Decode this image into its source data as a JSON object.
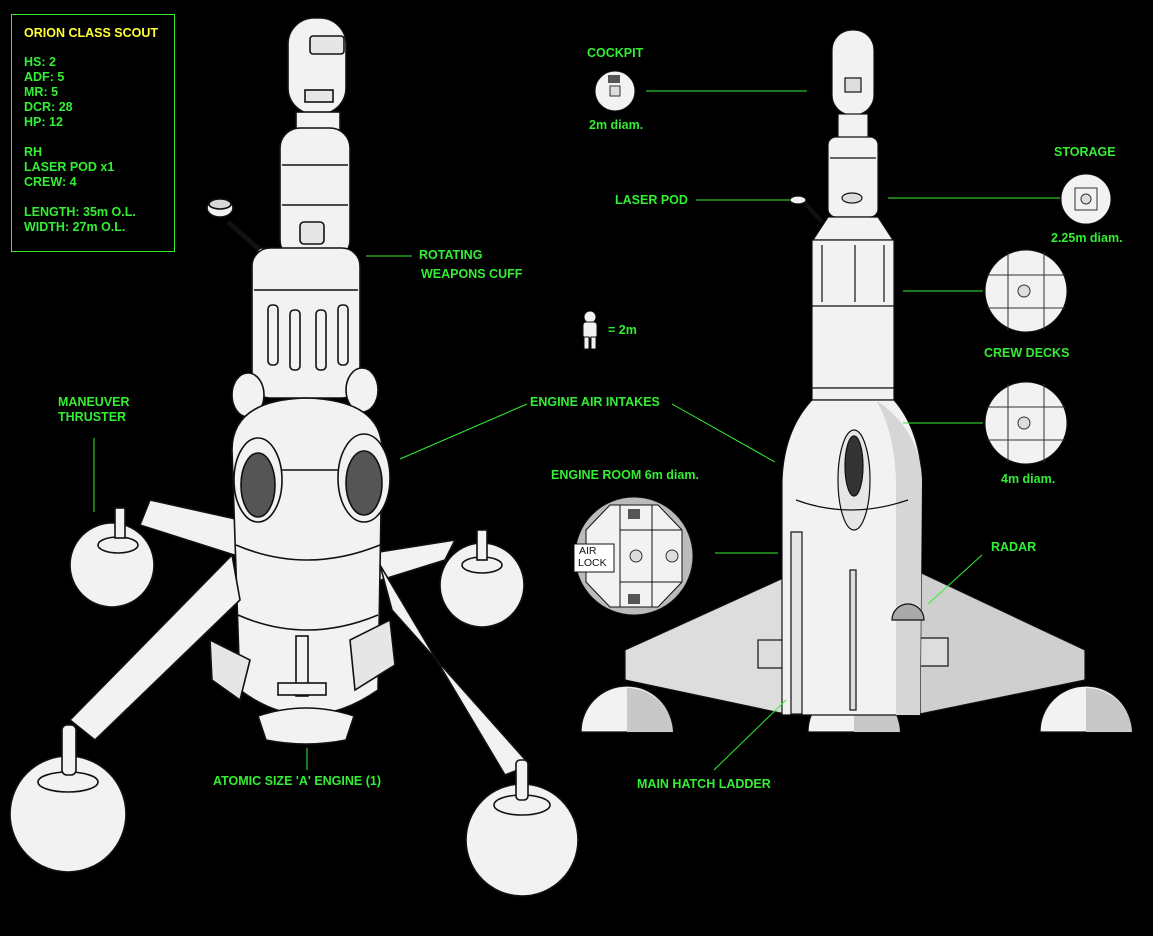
{
  "stats": {
    "title": "ORION CLASS SCOUT",
    "group1": [
      "HS: 2",
      "ADF: 5",
      "MR: 5",
      "DCR: 28",
      "HP: 12"
    ],
    "group2": [
      "RH",
      "LASER POD x1",
      "CREW: 4"
    ],
    "group3": [
      "LENGTH: 35m O.L.",
      "WIDTH: 27m O.L."
    ]
  },
  "labels": {
    "rotating": "ROTATING",
    "weapons_cuff": "WEAPONS CUFF",
    "maneuver": "MANEUVER",
    "thruster": "THRUSTER",
    "engine_air_intakes": "ENGINE AIR INTAKES",
    "atomic_engine": "ATOMIC SIZE 'A' ENGINE (1)",
    "cockpit": "COCKPIT",
    "cockpit_diam": "2m diam.",
    "storage": "STORAGE",
    "storage_diam": "2.25m diam.",
    "laser_pod": "LASER POD",
    "scale": "= 2m",
    "crew_decks": "CREW DECKS",
    "crew_diam": "4m diam.",
    "engine_room": "ENGINE ROOM  6m diam.",
    "air": "AIR",
    "lock": "LOCK",
    "radar": "RADAR",
    "main_hatch": "MAIN HATCH LADDER"
  },
  "colors": {
    "background": "#000000",
    "label_green": "#33ee33",
    "title_yellow": "#ffff33",
    "hull_white": "#f2f2f2",
    "hull_shadow": "#c8c8c8",
    "outline": "#111111"
  }
}
